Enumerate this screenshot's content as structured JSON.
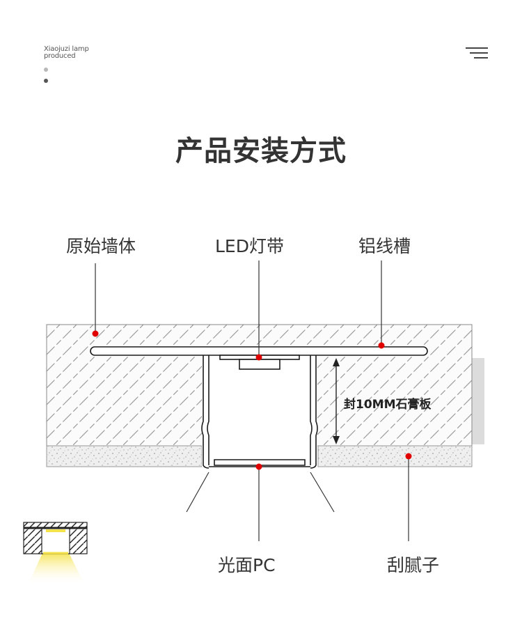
{
  "brand": {
    "line1": "Xiaojuzi lamp",
    "line2": "produced"
  },
  "header": {
    "menu_icon": "hamburger-menu-icon"
  },
  "title": "产品安装方式",
  "labels": {
    "wall": "原始墙体",
    "led": "LED灯带",
    "channel": "铝线槽",
    "pc": "光面PC",
    "putty": "刮腻子",
    "gypsum": "封10MM石膏板"
  },
  "colors": {
    "marker": "#e10000",
    "gypsum_fill": "#dcdcdc",
    "text": "#333333"
  }
}
